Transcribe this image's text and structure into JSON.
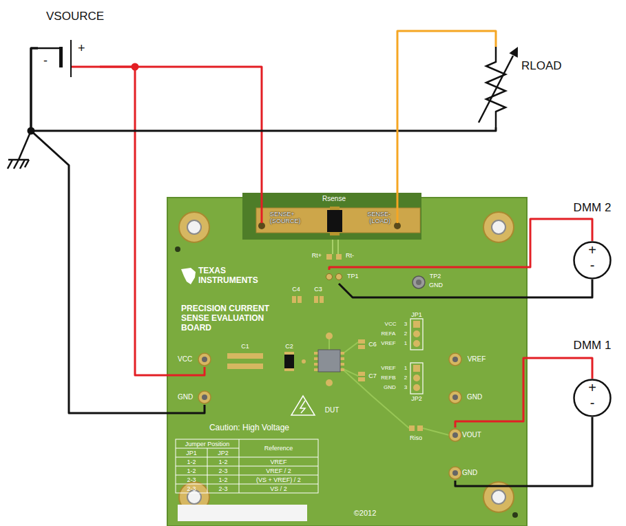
{
  "diagram": {
    "nodes": [
      {
        "text": [
          "VSOURCE",
          "-",
          "+"
        ]
      },
      {
        "text": [
          "RLOAD"
        ]
      },
      {
        "text": [
          "PRECISION CURRENT SENSE EVALUATION BOARD"
        ]
      },
      {
        "text": [
          "Rsense",
          "SENSE+ (SOURCE)",
          "SENSE- (LOAD)"
        ],
        "in": 2
      },
      {
        "text": [
          "TP1"
        ],
        "in": 2
      },
      {
        "text": [
          "DMM 2",
          "+",
          "-"
        ]
      },
      {
        "text": [
          "VCC"
        ],
        "in": 2
      },
      {
        "text": [
          "GND"
        ],
        "in": 2
      },
      {
        "text": [
          "VOUT"
        ],
        "in": 2
      },
      {
        "text": [
          "GND"
        ],
        "in": 2
      },
      {
        "text": [
          "DMM 1",
          "+",
          "-"
        ]
      }
    ],
    "edges": [
      {
        "from": 0,
        "to": 3,
        "arrow": "none"
      },
      {
        "from": 0,
        "to": 6,
        "arrow": "none"
      },
      {
        "from": 0,
        "to": 1,
        "arrow": "none"
      },
      {
        "from": 0,
        "to": 7,
        "arrow": "none"
      },
      {
        "from": 3,
        "to": 1,
        "arrow": "none"
      },
      {
        "from": 5,
        "to": 4,
        "arrow": "none"
      },
      {
        "from": 5,
        "to": 4,
        "arrow": "none"
      },
      {
        "from": 10,
        "to": 8,
        "arrow": "none"
      },
      {
        "from": 10,
        "to": 9,
        "arrow": "none"
      }
    ],
    "labels": [
      "Rt+",
      "Rt-",
      "TP2",
      "GND",
      "TEXAS INSTRUMENTS",
      "C4",
      "C3",
      "C1",
      "C2",
      "C6",
      "C7",
      "JP1",
      "VCC",
      "3",
      "REFA",
      "2",
      "VREF",
      "1",
      "VREF",
      "1",
      "REFB",
      "2",
      "GND",
      "3",
      "JP2",
      "VREF",
      "GND",
      "DUT",
      "Caution: High Voltage",
      "Riso",
      "Jumper Position",
      "JP1",
      "JP2",
      "Reference",
      "1-2",
      "1-2",
      "VREF",
      "1-2",
      "2-3",
      "VREF / 2",
      "2-3",
      "1-2",
      "(VS + VREF) / 2",
      "2-3",
      "2-3",
      "VS / 2",
      "©2012"
    ]
  }
}
